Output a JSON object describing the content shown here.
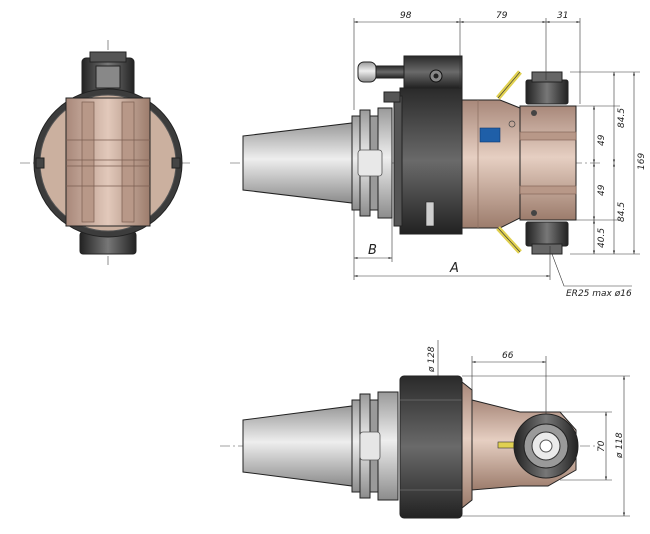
{
  "labels": {
    "dim_98": "98",
    "dim_79": "79",
    "dim_31": "31",
    "dim_84_5_top": "84.5",
    "dim_49_top": "49",
    "dim_169": "169",
    "dim_49_bottom": "49",
    "dim_84_5_bottom": "84.5",
    "dim_40_5": "40.5",
    "label_B": "B",
    "label_A": "A",
    "collet_note": "ER25 max ø16",
    "dim_128": "ø 128",
    "dim_66": "66",
    "dim_70": "70",
    "dim_118": "ø 118"
  },
  "colors": {
    "housing": "#cfb1a0",
    "housing_shade": "#b08d7a",
    "taper": "#c8c8c8",
    "dark_steel": "#3a3a3a",
    "collet_nut": "#4a4a4a",
    "coolant": "#e0d050",
    "logo": "#1f5fa8"
  }
}
